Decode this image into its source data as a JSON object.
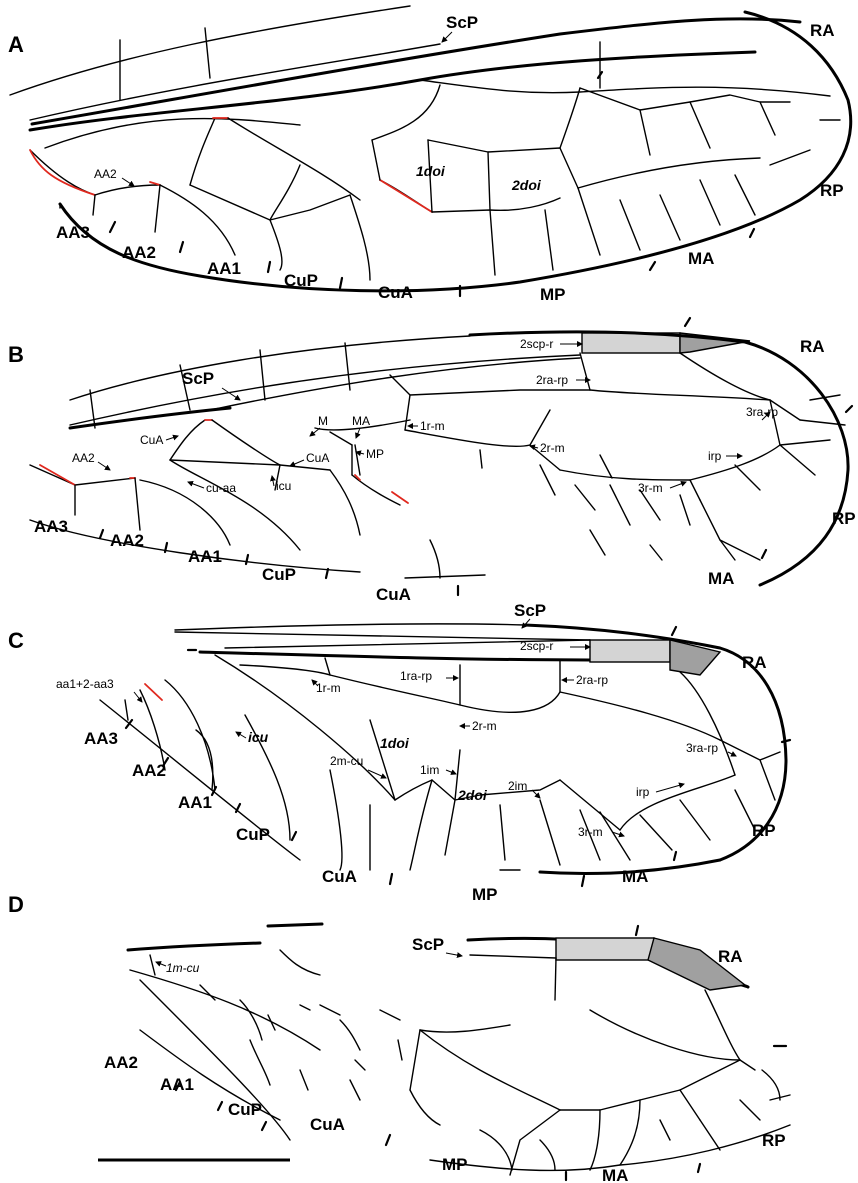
{
  "panel_A": {
    "letter": "A",
    "labels": {
      "ScP": "ScP",
      "RA": "RA",
      "RP": "RP",
      "MA": "MA",
      "MP": "MP",
      "CuA": "CuA",
      "CuP": "CuP",
      "AA1": "AA1",
      "AA2": "AA2",
      "AA3": "AA3",
      "AA2_small": "AA2",
      "cell_1doi": "1doi",
      "cell_2doi": "2doi"
    }
  },
  "panel_B": {
    "letter": "B",
    "labels": {
      "ScP": "ScP",
      "RA": "RA",
      "RP": "RP",
      "MA": "MA",
      "MA_small": "MA",
      "M": "M",
      "MP_small": "MP",
      "CuA": "CuA",
      "CuA_left": "CuA",
      "CuA_mid": "CuA",
      "CuP": "CuP",
      "AA1": "AA1",
      "AA2": "AA2",
      "AA2_small": "AA2",
      "AA3": "AA3",
      "scp_r2": "2scp-r",
      "ra_rp2": "2ra-rp",
      "ra_rp3": "3ra-rp",
      "r_m1": "1r-m",
      "r_m2": "2r-m",
      "r_m3": "3r-m",
      "irp": "irp",
      "icu": "icu",
      "cu_aa": "cu-aa"
    }
  },
  "panel_C": {
    "letter": "C",
    "labels": {
      "ScP": "ScP",
      "RA": "RA",
      "RP": "RP",
      "MA": "MA",
      "MP": "MP",
      "CuA": "CuA",
      "CuP": "CuP",
      "AA1": "AA1",
      "AA2": "AA2",
      "AA3": "AA3",
      "aa": "aa1+2-aa3",
      "icu": "icu",
      "scp_r2": "2scp-r",
      "ra_rp1": "1ra-rp",
      "ra_rp2": "2ra-rp",
      "ra_rp3": "3ra-rp",
      "r_m1": "1r-m",
      "r_m2": "2r-m",
      "r_m3": "3r-m",
      "irp": "irp",
      "m_cu2": "2m-cu",
      "im1": "1im",
      "im2": "2im",
      "cell_1doi": "1doi",
      "cell_2doi": "2doi"
    }
  },
  "panel_D": {
    "letter": "D",
    "labels": {
      "ScP": "ScP",
      "RA": "RA",
      "RP": "RP",
      "MA": "MA",
      "MP": "MP",
      "CuA": "CuA",
      "CuP": "CuP",
      "AA1": "AA1",
      "AA2": "AA2",
      "m_cu1": "1m-cu"
    }
  },
  "colors": {
    "vein": "#000000",
    "highlight_vein": "#e0281e",
    "pterostigma_light": "#d4d4d4",
    "pterostigma_dark": "#a0a0a0"
  }
}
